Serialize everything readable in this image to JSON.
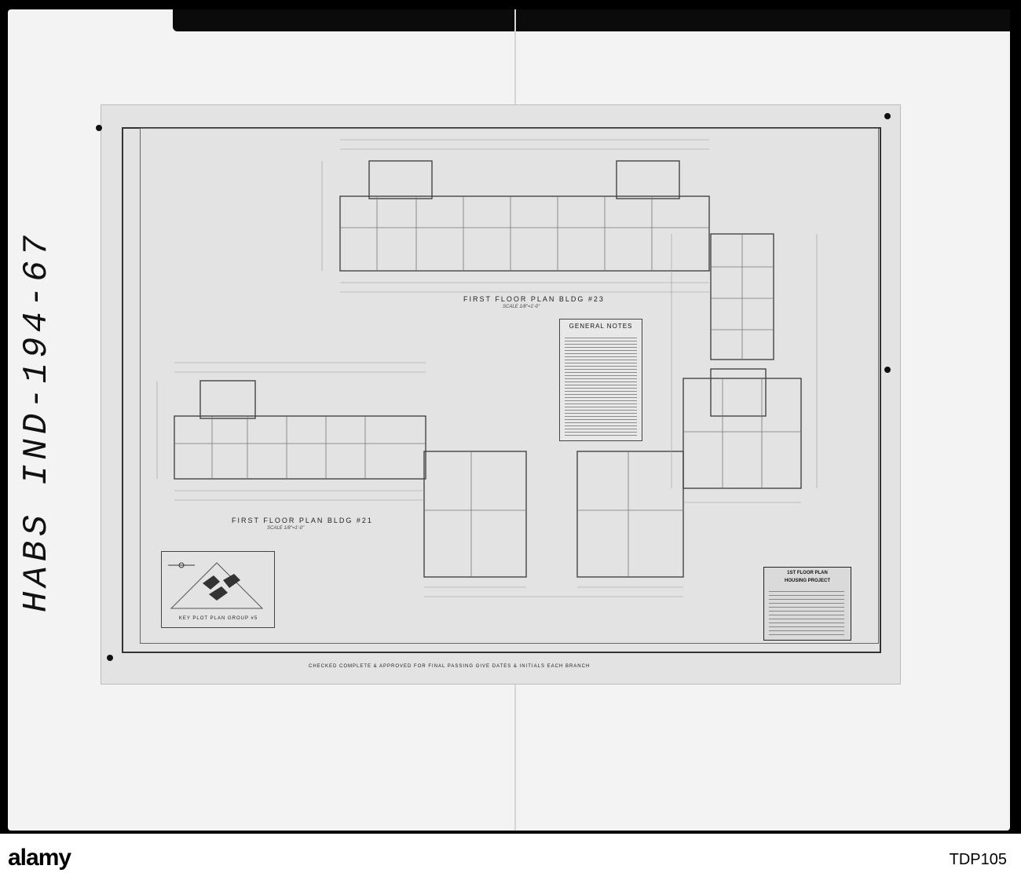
{
  "side_caption": "HABS IND-194-67",
  "plans": {
    "plan_23_label": "FIRST FLOOR PLAN BLDG #23",
    "plan_23_scale": "SCALE 1/8\"=1'-0\"",
    "plan_21_label": "FIRST FLOOR PLAN BLDG #21",
    "plan_21_scale": "SCALE 1/8\"=1'-0\""
  },
  "general_notes": {
    "title": "GENERAL NOTES"
  },
  "key_plot_plan": {
    "label": "KEY PLOT PLAN GROUP #5"
  },
  "title_block": {
    "line1": "1ST FLOOR PLAN",
    "line2": "HOUSING PROJECT"
  },
  "checked_line": "CHECKED COMPLETE & APPROVED FOR FINAL PASSING GIVE DATES & INITIALS EACH BRANCH",
  "watermark": {
    "logo": "alamy",
    "image_id": "TDP105"
  }
}
